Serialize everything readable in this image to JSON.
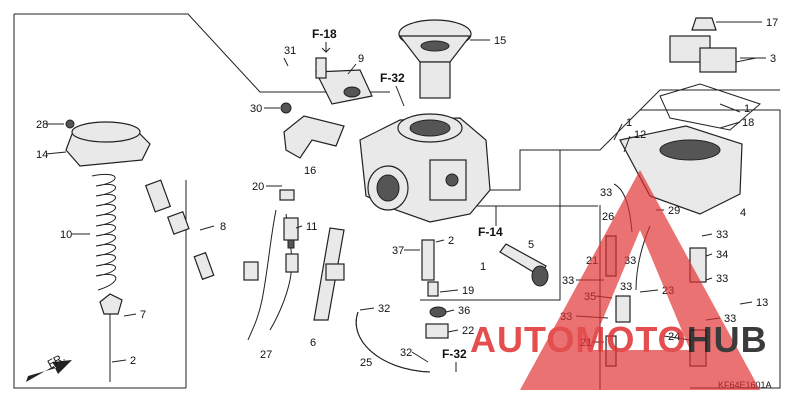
{
  "diagram": {
    "part_labels": [
      "1",
      "2",
      "3",
      "4",
      "5",
      "6",
      "7",
      "8",
      "9",
      "10",
      "11",
      "12",
      "13",
      "14",
      "15",
      "16",
      "17",
      "18",
      "19",
      "20",
      "21",
      "22",
      "23",
      "24",
      "25",
      "26",
      "27",
      "28",
      "29",
      "30",
      "31",
      "32",
      "33",
      "34",
      "35",
      "36",
      "37"
    ],
    "refs": [
      "F-18",
      "F-32",
      "F-14",
      "F-32"
    ],
    "diagram_code": "KF64E1601A",
    "fr_label": "FR."
  },
  "watermark": {
    "part1": "AUTO",
    "part2": "MOTO",
    "part3": "HUB",
    "color_red": "#e03030",
    "color_dark": "#1a1a1a"
  }
}
